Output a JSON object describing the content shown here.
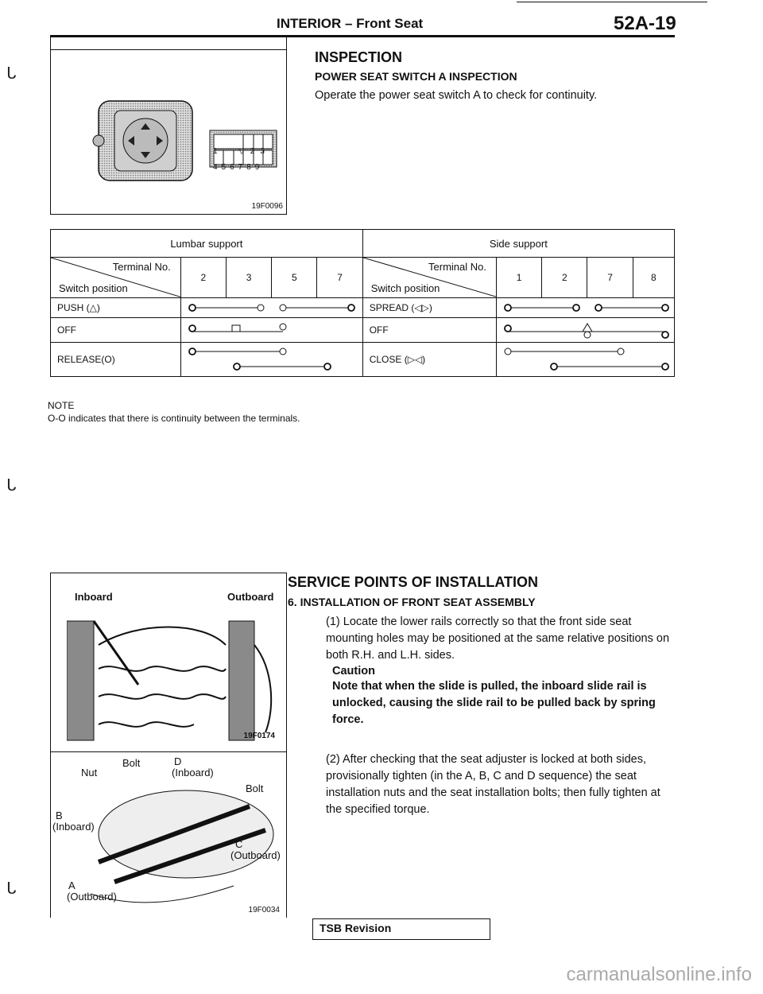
{
  "header": {
    "title": "INTERIOR – Front Seat",
    "page": "52A-19"
  },
  "figure1": {
    "caption": "19F0096",
    "connector_pins_top": [
      "1",
      "▽",
      "2",
      "3"
    ],
    "connector_pins_bottom": [
      "4",
      "5",
      "6",
      "7",
      "8",
      "9"
    ]
  },
  "inspection": {
    "heading": "INSPECTION",
    "subheading": "POWER SEAT SWITCH A INSPECTION",
    "text": "Operate the power seat switch A to check for continuity."
  },
  "table": {
    "lumbar_title": "Lumbar support",
    "side_title": "Side support",
    "terminal_label": "Terminal No.",
    "switch_label": "Switch position",
    "lumbar_terminals": [
      "2",
      "3",
      "5",
      "7"
    ],
    "side_terminals": [
      "1",
      "2",
      "7",
      "8"
    ],
    "lumbar_rows": [
      "PUSH (△)",
      "OFF",
      "RELEASE(O)"
    ],
    "side_rows": [
      "SPREAD (◁▷)",
      "OFF",
      "CLOSE (▷◁)"
    ]
  },
  "note": {
    "label": "NOTE",
    "text": "O-O indicates that there is continuity between the terminals."
  },
  "figure2": {
    "caption": "19F0174",
    "left_label": "Inboard",
    "right_label": "Outboard"
  },
  "figure3": {
    "caption": "19F0034",
    "labels": {
      "nut": "Nut",
      "bolt1": "Bolt",
      "d": "D",
      "d_side": "(Inboard)",
      "bolt2": "Bolt",
      "b": "B",
      "b_side": "(Inboard)",
      "c": "C",
      "c_side": "(Outboard)",
      "a": "A",
      "a_side": "(Outboard)"
    }
  },
  "service": {
    "heading": "SERVICE POINTS OF INSTALLATION",
    "subheading": "6. INSTALLATION OF FRONT SEAT ASSEMBLY",
    "step1": "(1) Locate the lower rails correctly so that the front side seat mounting holes may be positioned at the same relative positions on both R.H. and L.H. sides.",
    "caution_label": "Caution",
    "caution_text": "Note that when the slide is pulled, the inboard slide rail is unlocked, causing the slide rail to be pulled back by spring force.",
    "step2": "(2) After checking that the seat adjuster is locked at both sides, provisionally tighten (in the A, B, C and D sequence) the seat installation nuts and the seat installation bolts; then fully tighten at the specified torque."
  },
  "footer": {
    "tsb": "TSB Revision",
    "watermark": "carmanualsonline.info"
  }
}
